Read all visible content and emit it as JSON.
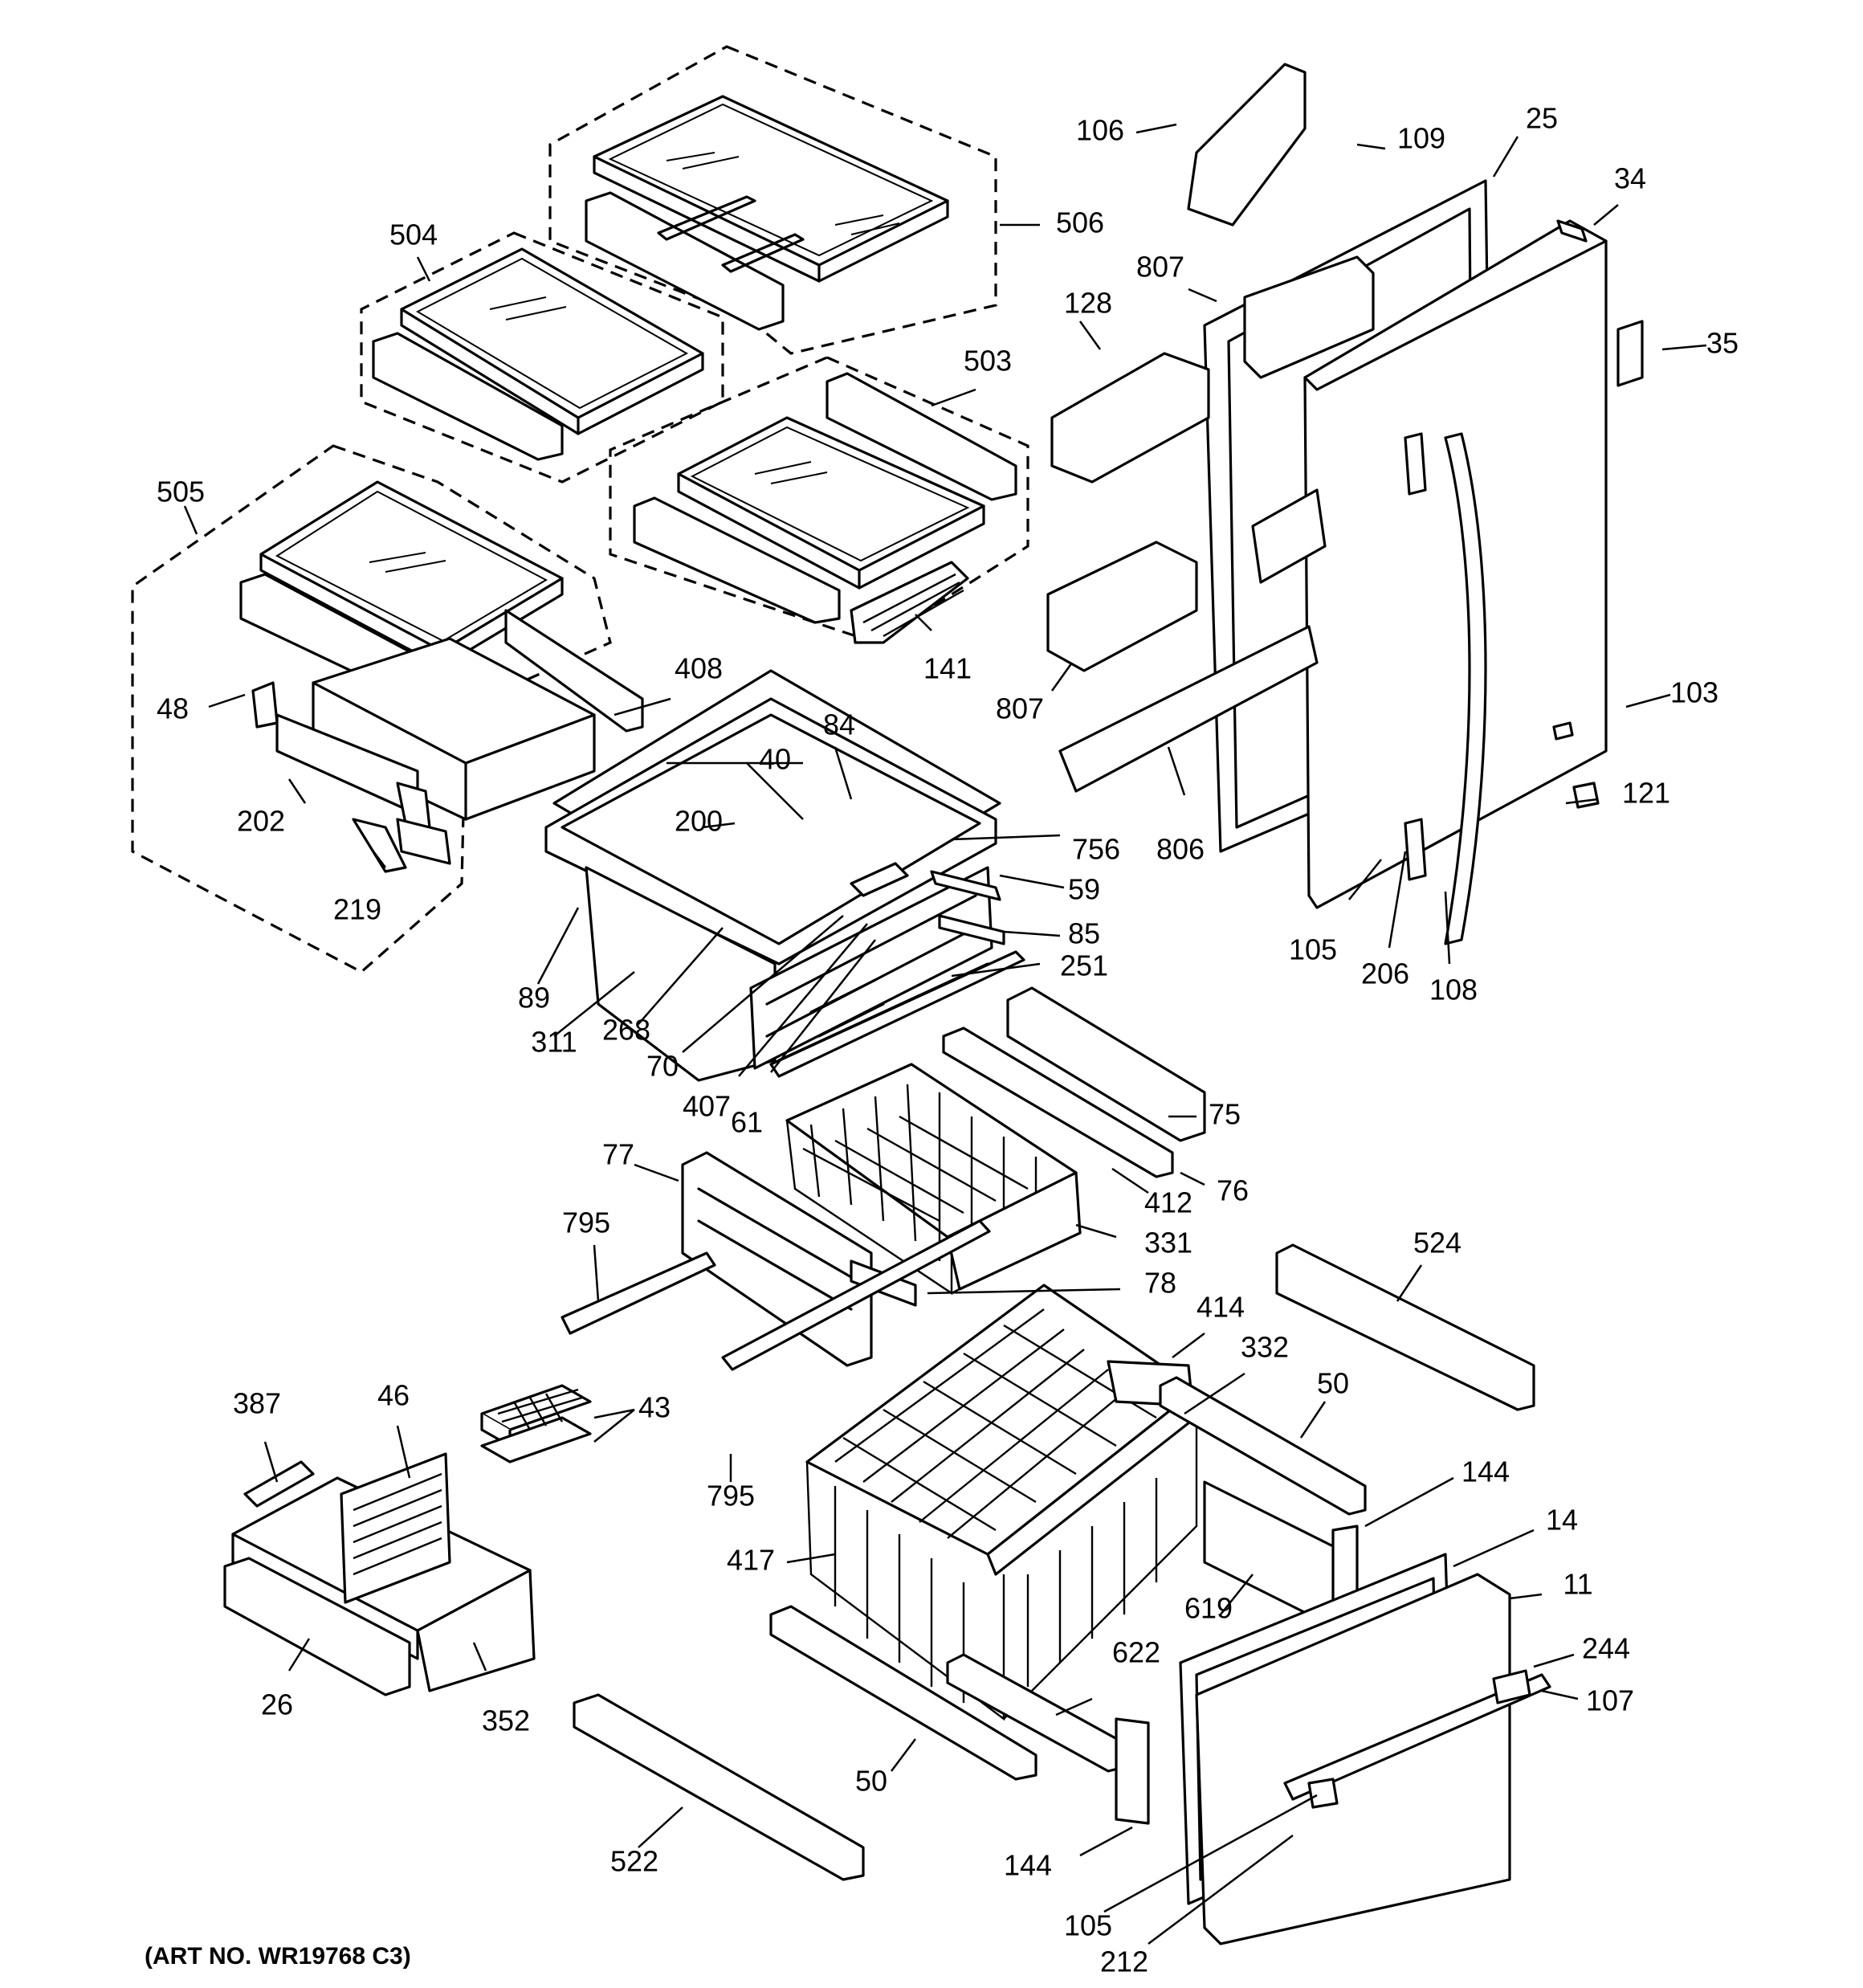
{
  "diagram": {
    "footer_text": "(ART NO. WR19768 C3)",
    "callouts": [
      "106",
      "109",
      "25",
      "34",
      "504",
      "506",
      "807",
      "128",
      "35",
      "503",
      "505",
      "408",
      "141",
      "48",
      "40",
      "84",
      "807",
      "103",
      "202",
      "200",
      "756",
      "806",
      "121",
      "219",
      "59",
      "105",
      "206",
      "108",
      "89",
      "85",
      "311",
      "268",
      "251",
      "70",
      "407",
      "61",
      "75",
      "77",
      "76",
      "412",
      "795",
      "331",
      "524",
      "78",
      "414",
      "332",
      "50",
      "43",
      "387",
      "46",
      "795",
      "144",
      "14",
      "417",
      "11",
      "619",
      "622",
      "244",
      "26",
      "352",
      "107",
      "50",
      "144",
      "522",
      "105",
      "212"
    ]
  }
}
